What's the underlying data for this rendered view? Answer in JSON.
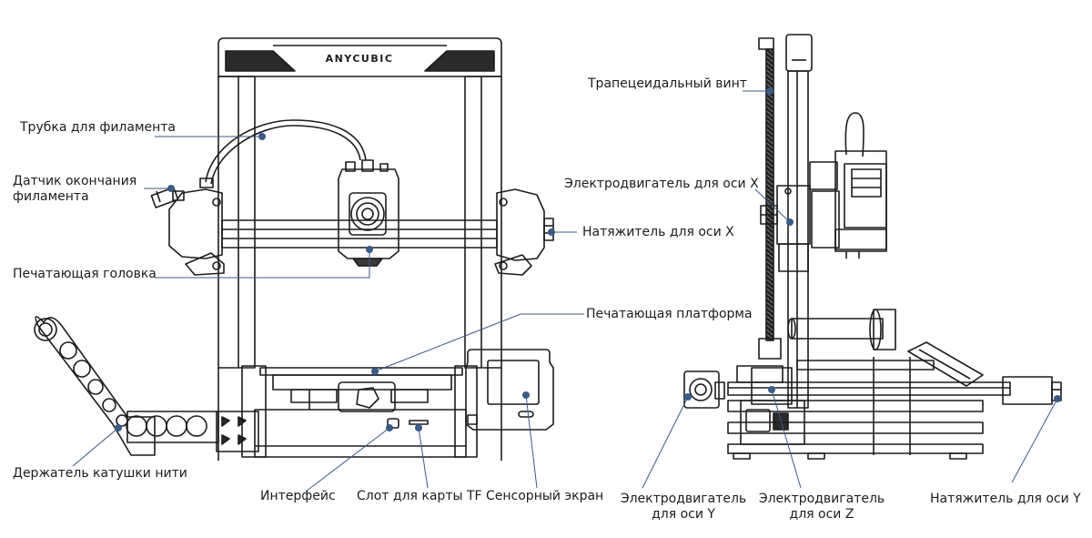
{
  "brand": "ANYCUBIC",
  "colors": {
    "line": "#1c1c1c",
    "leader": "#3b5a86",
    "dot": "#3b5a86"
  },
  "labels": {
    "filament_tube": "Трубка для филамента",
    "runout_sensor_1": "Датчик окончания",
    "runout_sensor_2": "филамента",
    "print_head": "Печатающая головка",
    "spool_holder": "Держатель катушки нити",
    "interface": "Интерфейс",
    "tf_slot": "Слот для карты TF",
    "touch_screen": "Сенсорный экран",
    "print_platform": "Печатающая платформа",
    "trapezoidal_screw": "Трапецеидальный винт",
    "x_motor": "Электродвигатель для оси X",
    "x_tensioner": "Натяжитель для оси X",
    "y_motor_1": "Электродвигатель",
    "y_motor_2": "для оси Y",
    "z_motor_1": "Электродвигатель",
    "z_motor_2": "для оси Z",
    "y_tensioner": "Натяжитель для оси Y"
  }
}
